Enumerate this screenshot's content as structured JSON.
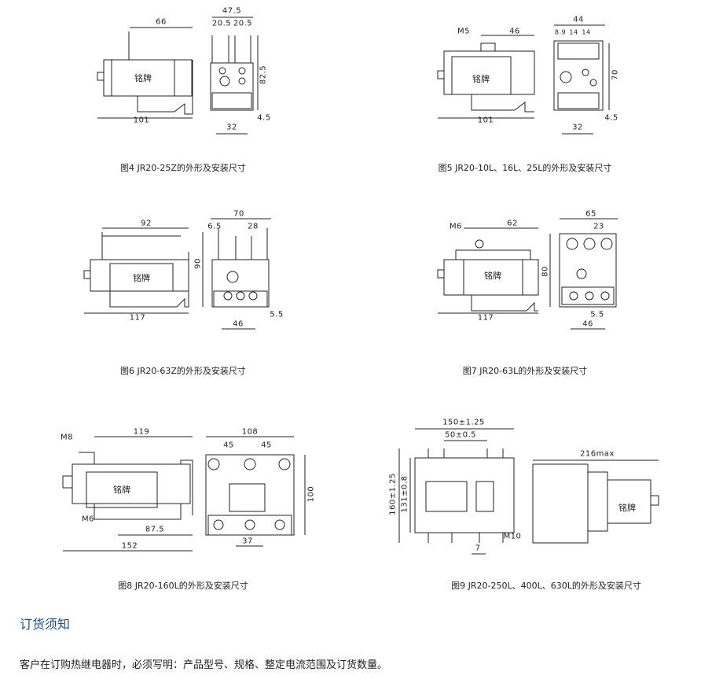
{
  "nameplate": "铭牌",
  "figures": [
    {
      "caption": "图4 JR20-25Z的外形及安装尺寸",
      "dims": [
        "66",
        "47.5",
        "20.5",
        "20.5",
        "82.5",
        "101",
        "32",
        "4.5"
      ]
    },
    {
      "caption": "图5 JR20-10L、16L、25L的外形及安装尺寸",
      "dims": [
        "M5",
        "46",
        "44",
        "8.9",
        "14",
        "14",
        "70",
        "101",
        "32",
        "4.5"
      ]
    },
    {
      "caption": "图6 JR20-63Z的外形及安装尺寸",
      "dims": [
        "92",
        "70",
        "6.5",
        "28",
        "90",
        "117",
        "46",
        "5.5"
      ]
    },
    {
      "caption": "图7 JR20-63L的外形及安装尺寸",
      "dims": [
        "M6",
        "62",
        "65",
        "23",
        "80",
        "117",
        "46",
        "5.5"
      ]
    },
    {
      "caption": "图8 JR20-160L的外形及安装尺寸",
      "dims": [
        "M8",
        "119",
        "108",
        "45",
        "45",
        "M6",
        "87.5",
        "100",
        "152",
        "37"
      ]
    },
    {
      "caption": "图9 JR20-250L、400L、630L的外形及安装尺寸",
      "dims": [
        "150±1.25",
        "50±0.5",
        "216max",
        "160±1.25",
        "131±0.8",
        "M10",
        "7"
      ]
    }
  ],
  "section": {
    "heading": "订货须知",
    "body": "客户在订购热继电器时，必须写明：产品型号、规格、整定电流范围及订货数量。"
  },
  "colors": {
    "heading": "#1d4e94",
    "line": "#222222"
  }
}
